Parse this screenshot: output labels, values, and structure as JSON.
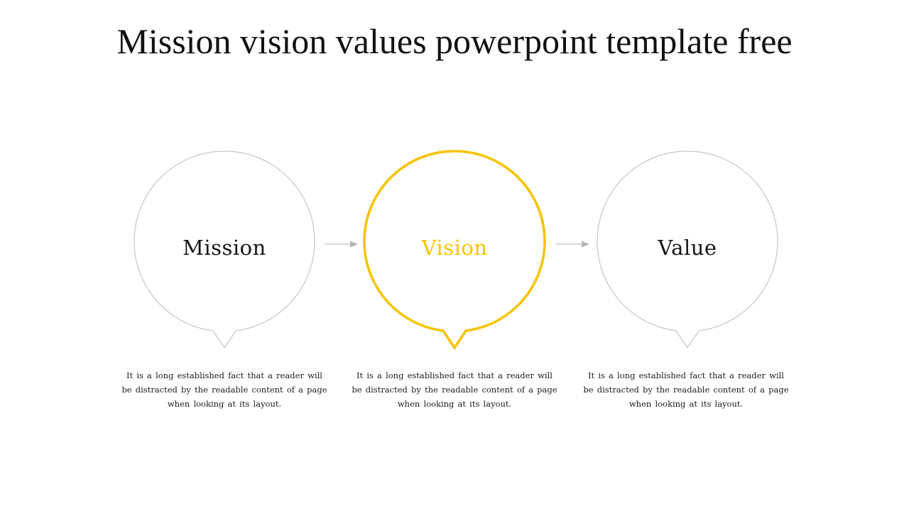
{
  "slide": {
    "title": "Mission vision values powerpoint template free"
  },
  "colors": {
    "accent": "#F5C400",
    "bubble_outline": "#c6c6c6",
    "arrow": "#b3b3b3",
    "text": "#1b1b1b",
    "background": "#ffffff"
  },
  "icons": {
    "connector": "arrow-right-icon",
    "shape": "speech-bubble-icon"
  },
  "cards": [
    {
      "label": "Mission",
      "accent": false,
      "description_lines": [
        "It is a long established fact that a reader will",
        "be distracted by the readable content of a page",
        "when looking at its layout."
      ]
    },
    {
      "label": "Vision",
      "accent": true,
      "description_lines": [
        "It is a long established fact that a reader will",
        "be distracted by the readable content of a page",
        "when looking at its layout."
      ]
    },
    {
      "label": "Value",
      "accent": false,
      "description_lines": [
        "It is a long established fact that a reader will",
        "be distracted by the readable content of a page",
        "when looking at its layout."
      ]
    }
  ]
}
